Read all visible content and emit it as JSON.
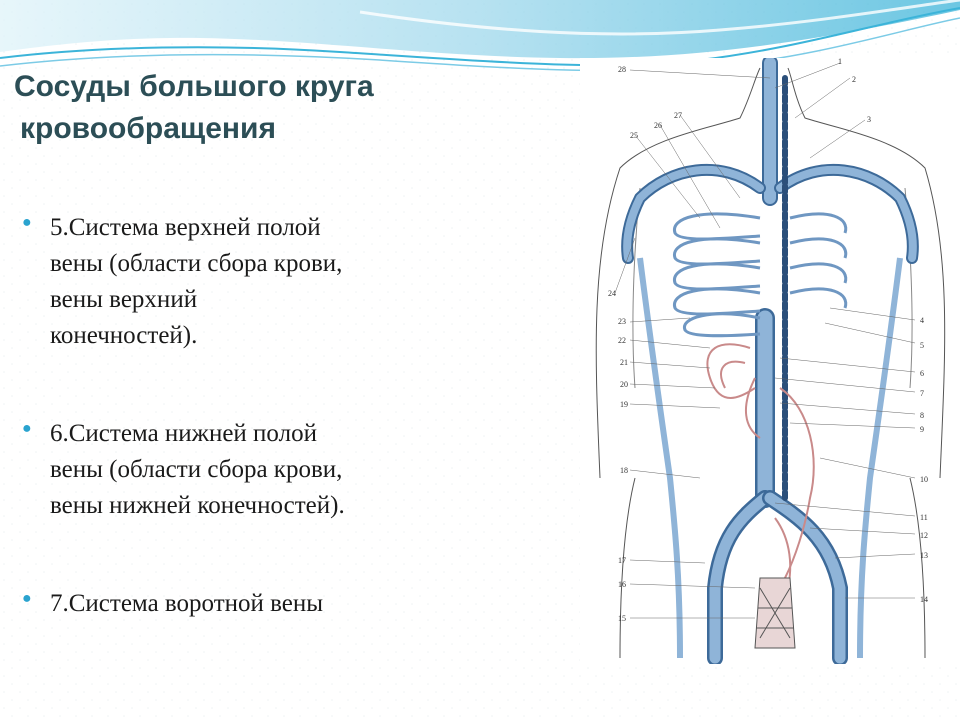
{
  "slide": {
    "title_line1": "Сосуды большого круга",
    "title_line2": "кровообращения",
    "bullets": [
      "5.Система верхней полой\nвены (области сбора крови,\nвены верхний\nконечностей).",
      "6.Система нижней полой\nвены (области сбора крови,\nвены нижней конечностей).",
      "7.Система воротной вены"
    ],
    "bullet_icon": "dot-icon"
  },
  "figure": {
    "labels_right": [
      "1",
      "2",
      "3",
      "4",
      "5",
      "6",
      "7",
      "8",
      "9",
      "10",
      "11",
      "12",
      "13",
      "14"
    ],
    "labels_left": [
      "28",
      "27",
      "26",
      "25",
      "24",
      "23",
      "22",
      "21",
      "20",
      "19",
      "18",
      "17",
      "16",
      "15"
    ]
  },
  "colors": {
    "title": "#2c4e56",
    "bullet": "#2aa3cf",
    "vein": "#8fb4d8",
    "vein_outline": "#3d6a99",
    "artery": "#c98a8a",
    "wave_primary": "#3cb4d9"
  }
}
